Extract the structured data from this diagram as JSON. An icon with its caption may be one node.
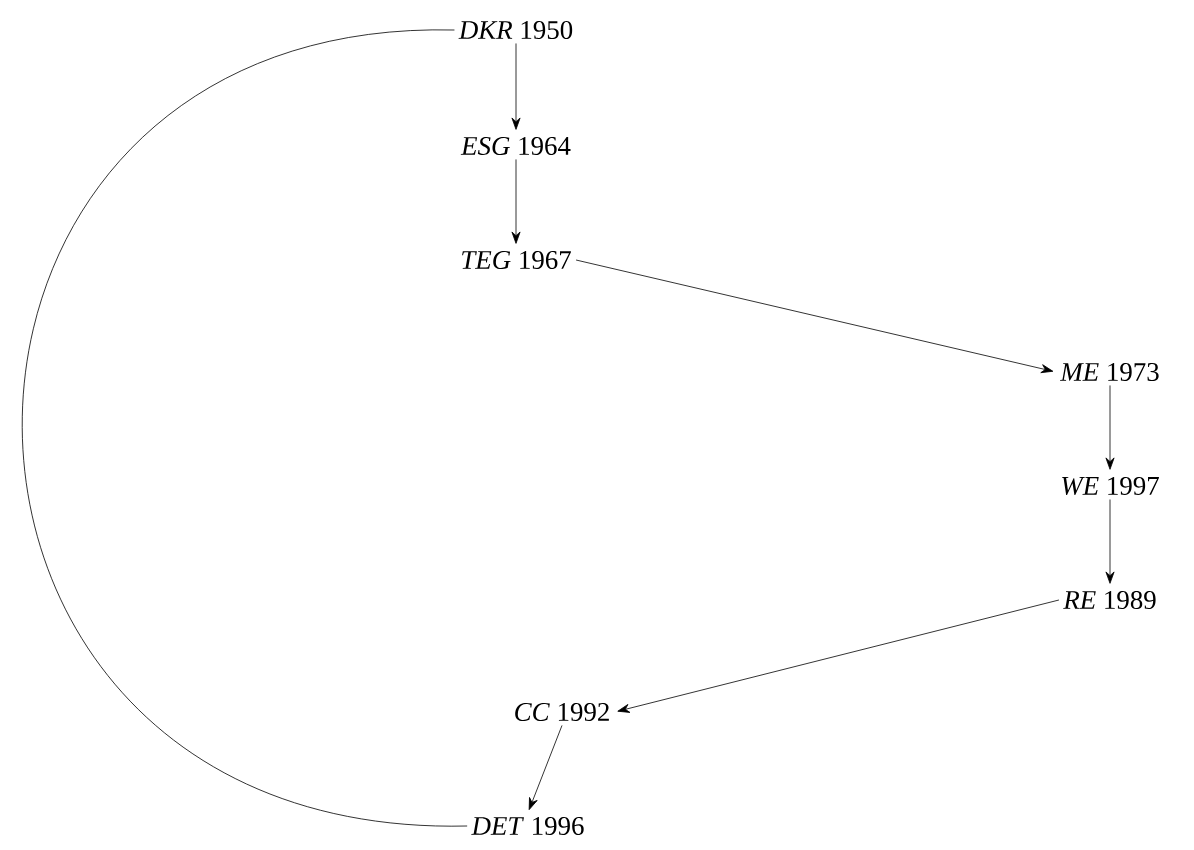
{
  "diagram": {
    "nodes": [
      {
        "text": [
          "*DKR* 1950"
        ]
      },
      {
        "text": [
          "*ESG* 1964"
        ]
      },
      {
        "text": [
          "*TEG* 1967"
        ]
      },
      {
        "text": [
          "*ME* 1973"
        ]
      },
      {
        "text": [
          "*WE* 1997"
        ]
      },
      {
        "text": [
          "*RE* 1989"
        ]
      },
      {
        "text": [
          "*CC* 1992"
        ]
      },
      {
        "text": [
          "*DET* 1996"
        ]
      }
    ],
    "edges": [
      {
        "from": 0,
        "to": 1,
        "arrow": "to"
      },
      {
        "from": 1,
        "to": 2,
        "arrow": "to"
      },
      {
        "from": 2,
        "to": 3,
        "arrow": "to"
      },
      {
        "from": 3,
        "to": 4,
        "arrow": "to"
      },
      {
        "from": 4,
        "to": 5,
        "arrow": "to"
      },
      {
        "from": 5,
        "to": 6,
        "arrow": "to"
      },
      {
        "from": 6,
        "to": 7,
        "arrow": "to"
      },
      {
        "from": 7,
        "to": 0,
        "arrow": "none"
      }
    ]
  }
}
